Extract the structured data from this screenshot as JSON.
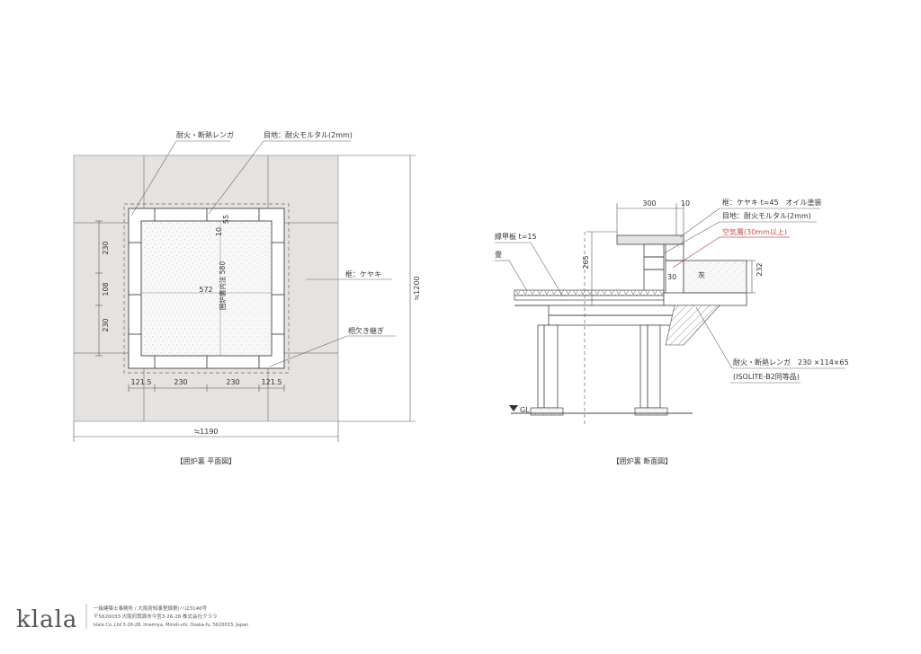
{
  "plan": {
    "labels": {
      "brick": "耐火・断熱レンガ",
      "joint": "目地：耐火モルタル(2mm)",
      "frame": "框：ケヤキ",
      "joint_notch": "相欠き継ぎ",
      "caption": "【囲炉裏 平面図】"
    },
    "dims": {
      "width": "≒1190",
      "height": "≒1200",
      "left_230_top": "230",
      "left_108": "108",
      "left_230_bot": "230",
      "bottom_121_left": "121.5",
      "bottom_230_a": "230",
      "bottom_230_b": "230",
      "bottom_121_right": "121.5",
      "inner_572": "572",
      "inner_580": "囲炉裏内法 580",
      "top_10": "10",
      "top_55": "55"
    }
  },
  "section": {
    "labels": {
      "frame": "框：ケヤキ t=45　オイル塗装",
      "joint": "目地：耐火モルタル(2mm)",
      "air": "空気層(30mm以上)",
      "board": "縁甲板 t=15",
      "tatami": "畳",
      "ash": "灰",
      "brick": "耐火・断熱レンガ　230 ×114×65",
      "isolite": "(ISOLITE-B2同等品)",
      "gl": "GL",
      "caption": "【囲炉裏 断面図】"
    },
    "dims": {
      "d300": "300",
      "d10": "10",
      "d265": "265",
      "d232": "232",
      "d30": "30"
    }
  },
  "footer": {
    "logo": "klala",
    "line1": "一級建築士事務所 / 大阪府知事登録第(ハ)23146号",
    "line2": "〒5620033 大阪府箕面市今宮3-26-28 株式会社クララ",
    "line3": "klala Co.,Ltd 3-26-28, Imamiya, Minoh-shi, Osaka-fu, 5620033, Japan"
  },
  "colors": {
    "frame_fill": "#e6e2df",
    "ash_fill": "#f7f7f7",
    "air_red": "#c0504d"
  }
}
